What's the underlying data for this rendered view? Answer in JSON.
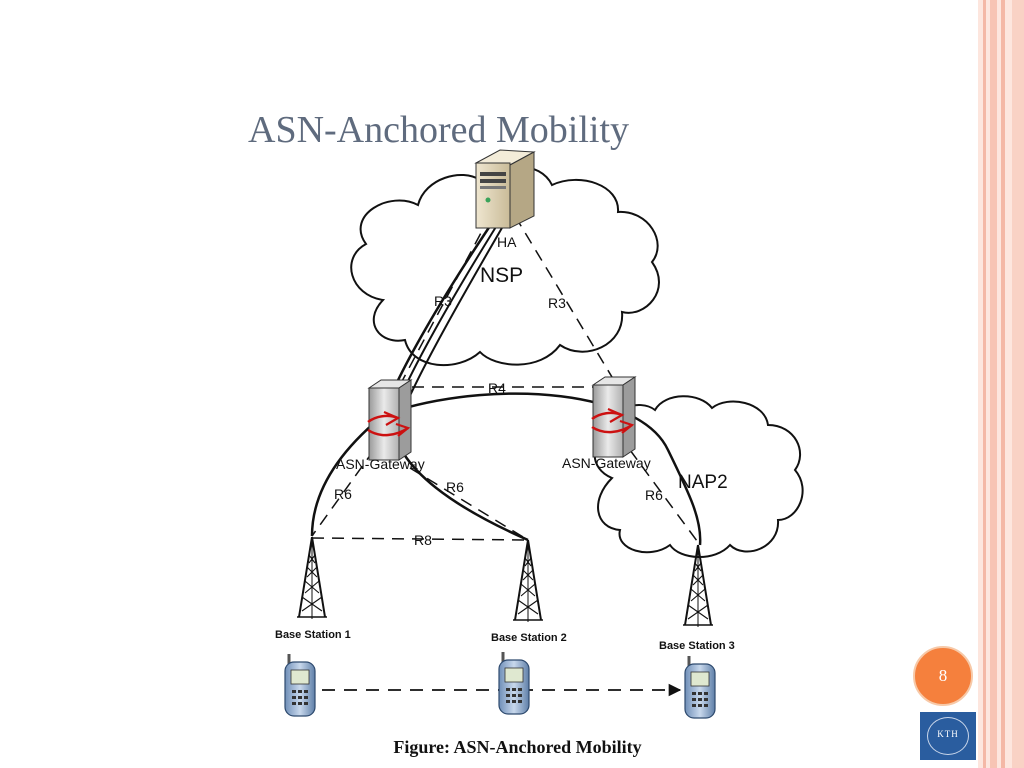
{
  "slide": {
    "title": "ASN-Anchored Mobility",
    "caption": "Figure: ASN-Anchored Mobility",
    "page_number": "8"
  },
  "diagram": {
    "nodes": {
      "ha": "HA",
      "nsp": "NSP",
      "nap2": "NAP2",
      "asn_gateway_left": "ASN-Gateway",
      "asn_gateway_right": "ASN-Gateway",
      "base_station_1": "Base Station 1",
      "base_station_2": "Base Station 2",
      "base_station_3": "Base Station 3"
    },
    "links": {
      "r3_left": "R3",
      "r3_right": "R3",
      "r4": "R4",
      "r6_left": "R6",
      "r6_mid": "R6",
      "r6_right": "R6",
      "r8": "R8"
    }
  },
  "logo": {
    "text": "KTH"
  },
  "colors": {
    "title": "#5f6b7e",
    "badge": "#f5803d",
    "stripe_dark": "#f4b8a6",
    "stripe_light": "#fbdcd2",
    "logo": "#2a5d9f",
    "arrow_red": "#cc1111"
  },
  "icons": [
    "server-icon",
    "cloud-icon",
    "gateway-router-icon",
    "antenna-tower-icon",
    "mobile-phone-icon"
  ]
}
